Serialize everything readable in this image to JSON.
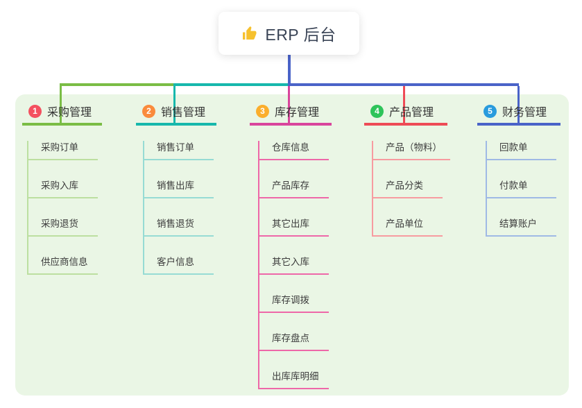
{
  "root": {
    "icon": "thumbs-up",
    "label": "ERP 后台"
  },
  "colors": {
    "panel_bg": "#EAF6E5",
    "root_line": "#4A63C8",
    "root_text": "#3A4456",
    "title_text": "#333333",
    "child_text": "#3C3C3C",
    "thumb_icon": "#F6C12E"
  },
  "branches": [
    {
      "num": "1",
      "title": "采购管理",
      "badge_color": "#F4505F",
      "line_color": "#7ABD45",
      "child_line_color": "#BCDFA0",
      "children": [
        "采购订单",
        "采购入库",
        "采购退货",
        "供应商信息"
      ]
    },
    {
      "num": "2",
      "title": "销售管理",
      "badge_color": "#FA8B3C",
      "line_color": "#17B8AC",
      "child_line_color": "#96DBD4",
      "children": [
        "销售订单",
        "销售出库",
        "销售退货",
        "客户信息"
      ]
    },
    {
      "num": "3",
      "title": "库存管理",
      "badge_color": "#FBAE2C",
      "line_color": "#D9459C",
      "child_line_color": "#EE67A8",
      "children": [
        "仓库信息",
        "产品库存",
        "其它出库",
        "其它入库",
        "库存调拨",
        "库存盘点",
        "出库库明细"
      ]
    },
    {
      "num": "4",
      "title": "产品管理",
      "badge_color": "#2EC45A",
      "line_color": "#EE4B56",
      "child_line_color": "#F79BA0",
      "children": [
        "产品（物料）",
        "产品分类",
        "产品单位"
      ]
    },
    {
      "num": "5",
      "title": "财务管理",
      "badge_color": "#299BDD",
      "line_color": "#4A63C8",
      "child_line_color": "#9FB9E5",
      "children": [
        "回款单",
        "付款单",
        "结算账户"
      ]
    }
  ]
}
